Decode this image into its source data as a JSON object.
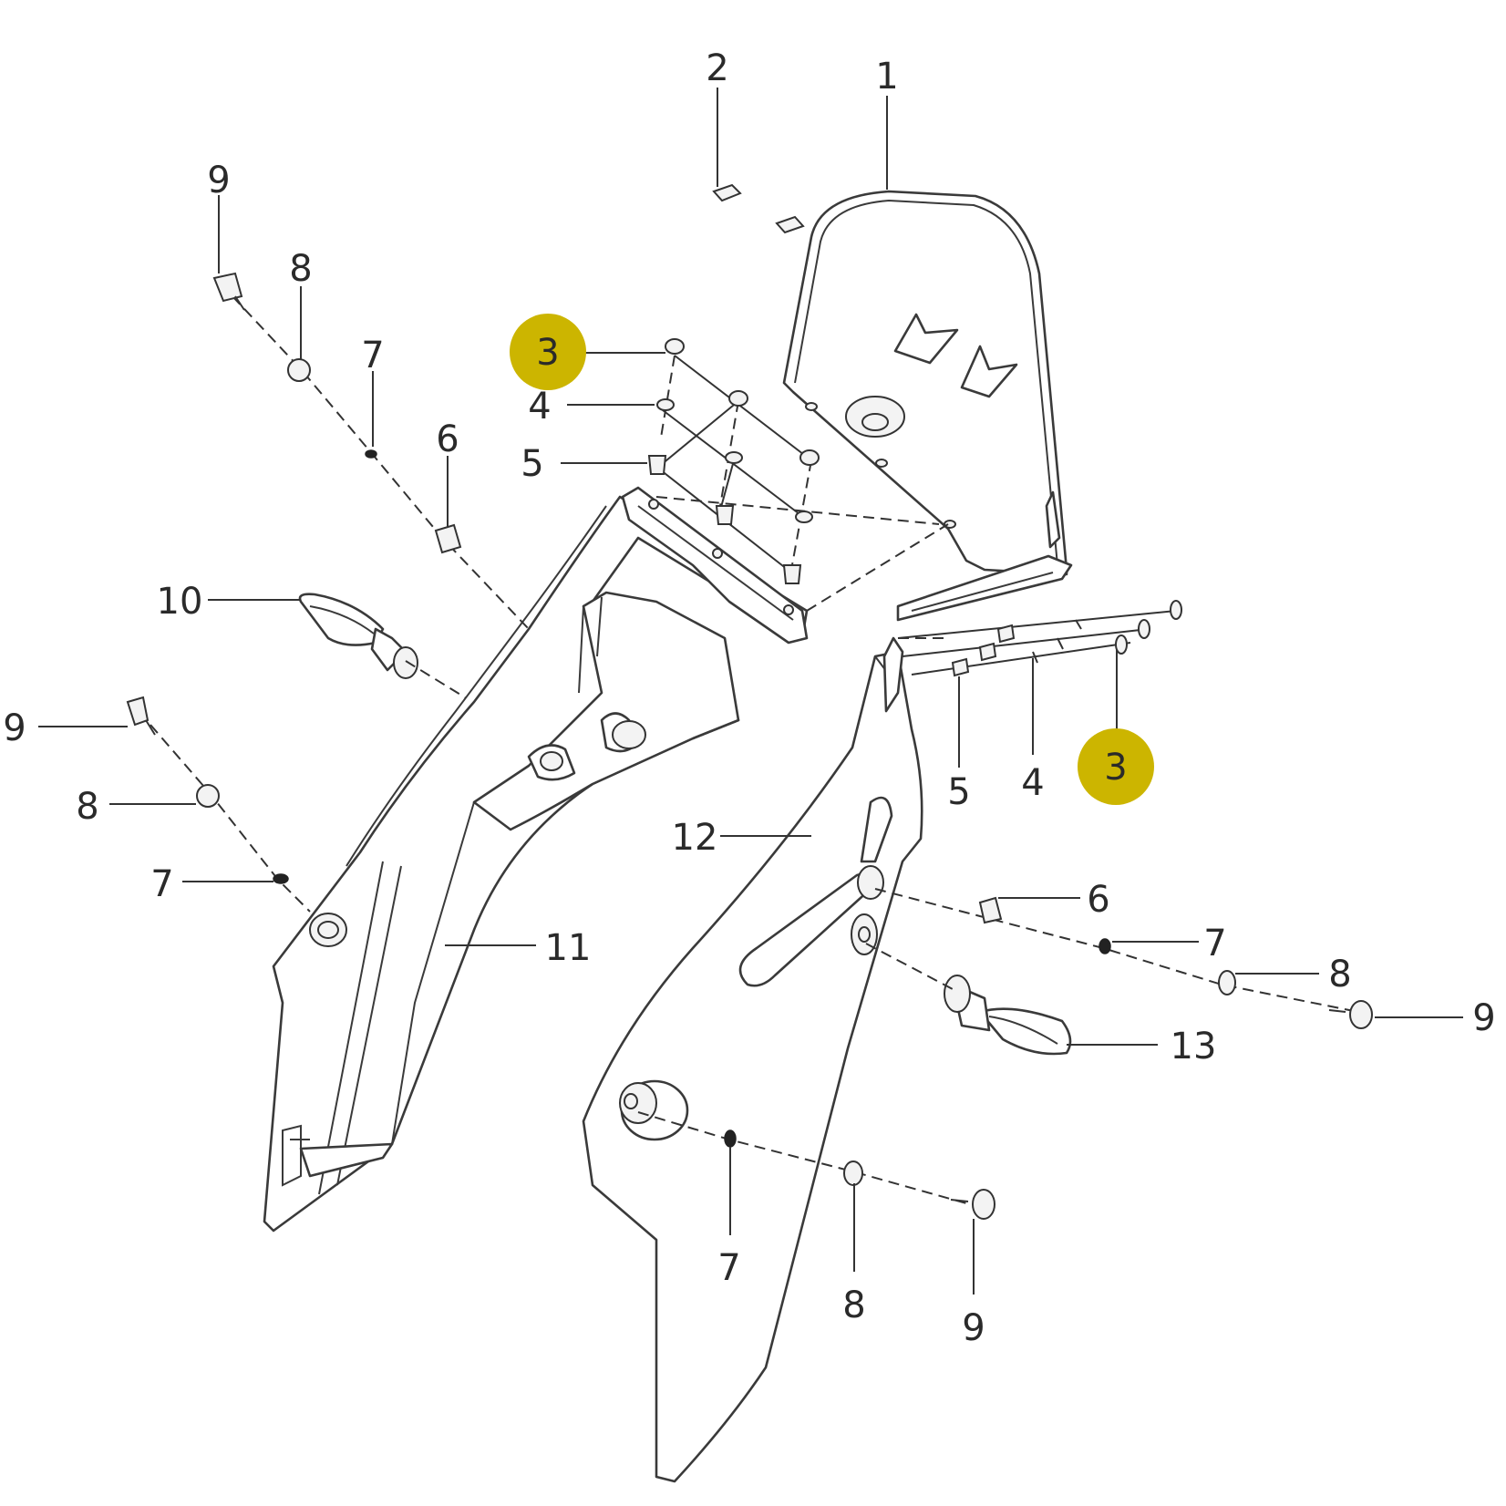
{
  "highlight_color": "#ccb500",
  "callouts": {
    "c1": "1",
    "c2": "2",
    "c3a": "3",
    "c3b": "3",
    "c4a": "4",
    "c4b": "4",
    "c5a": "5",
    "c5b": "5",
    "c6a": "6",
    "c6b": "6",
    "c7a": "7",
    "c7b": "7",
    "c7c": "7",
    "c7d": "7",
    "c8a": "8",
    "c8b": "8",
    "c8c": "8",
    "c8d": "8",
    "c9a": "9",
    "c9b": "9",
    "c9c": "9",
    "c9d": "9",
    "c10": "10",
    "c11": "11",
    "c12": "12",
    "c13": "13"
  }
}
